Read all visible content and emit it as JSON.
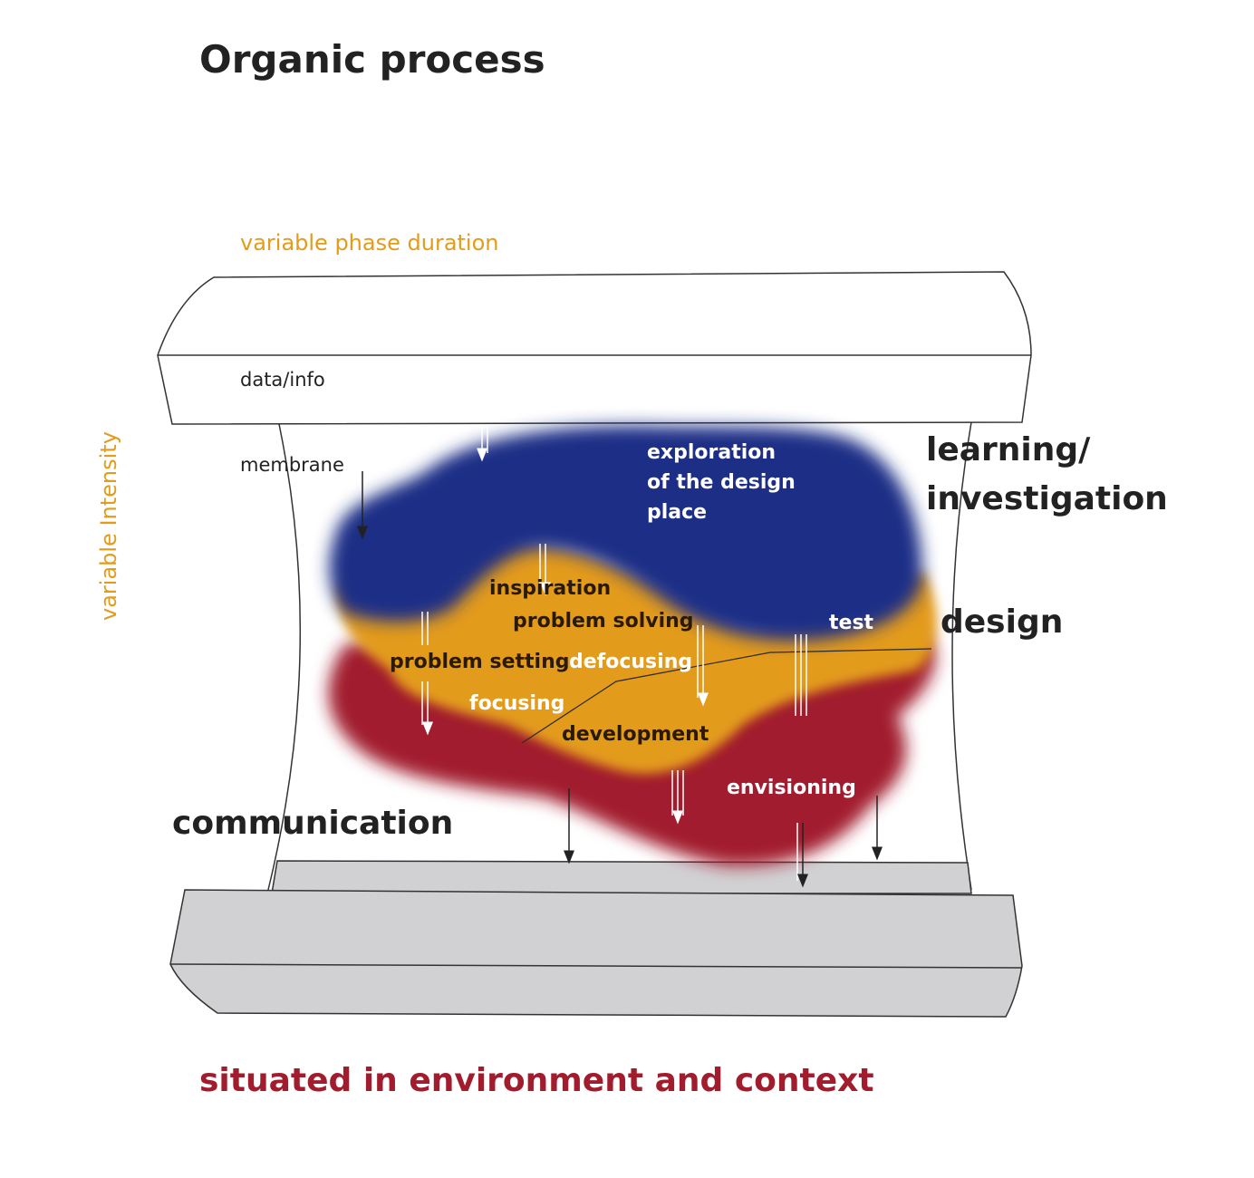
{
  "title": "Organic process",
  "labels": {
    "phase_duration": "variable phase duration",
    "intensity": "variable Intensity",
    "data_info": "data/info",
    "membrane": "membrane",
    "learning_line1": "learning/",
    "learning_line2": "investigation",
    "design": "design",
    "communication": "communication",
    "exploration_line1": "exploration",
    "exploration_line2": "of the design",
    "exploration_line3": "place",
    "inspiration": "inspiration",
    "problem_solving": "problem solving",
    "test": "test",
    "problem_setting": "problem setting",
    "defocusing": "defocusing",
    "focusing": "focusing",
    "development": "development",
    "envisioning": "envisioning"
  },
  "footer": "situated in environment and context",
  "colors": {
    "learning_blob": "#1f2f86",
    "design_blob": "#e39b1a",
    "communication_blob": "#a11d2d",
    "orange_text": "#e39b1a",
    "red_text": "#a11d2d",
    "bottom_band": "#d1d1d3"
  }
}
